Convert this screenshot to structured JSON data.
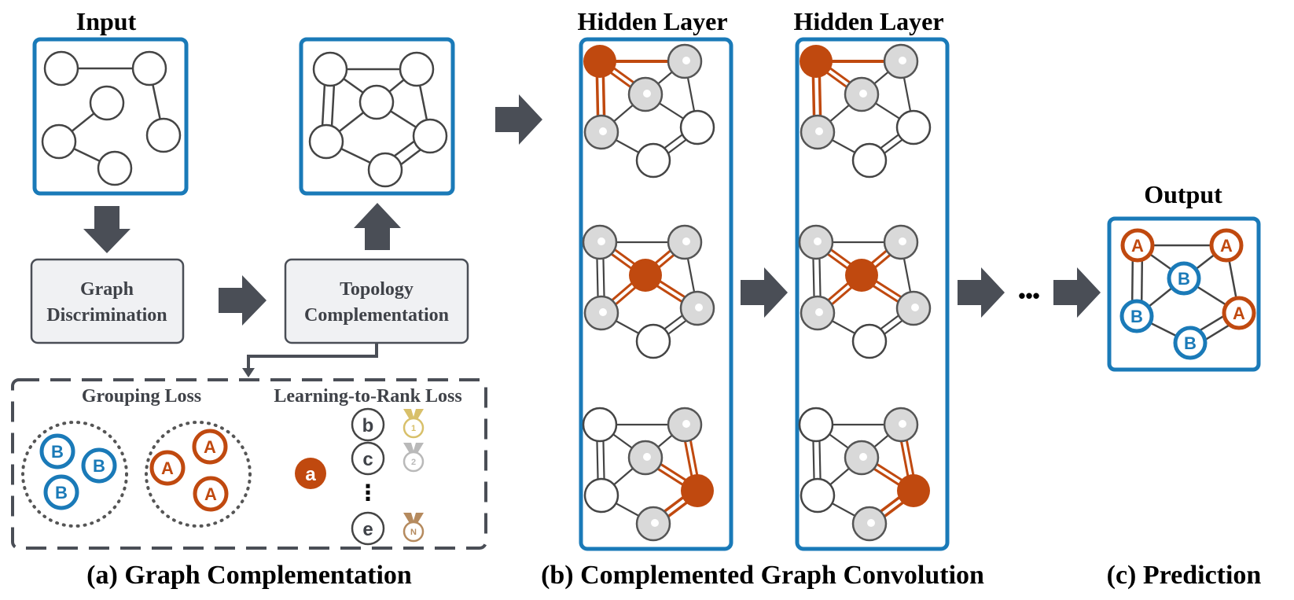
{
  "titles": {
    "input": "Input",
    "hidden1": "Hidden Layer",
    "hidden2": "Hidden Layer",
    "output": "Output"
  },
  "boxes": {
    "graph_discrimination": [
      "Graph",
      "Discrimination"
    ],
    "topology_complementation": [
      "Topology",
      "Complementation"
    ]
  },
  "loss": {
    "grouping": "Grouping Loss",
    "ranking": "Learning-to-Rank Loss",
    "anchor": "a",
    "ranked": [
      "b",
      "c",
      "e"
    ],
    "vdots": "⋮",
    "medals": [
      "1",
      "2",
      "N"
    ]
  },
  "labels": {
    "class_a": "A",
    "class_b": "B"
  },
  "ellipsis": "•••",
  "captions": {
    "a": "(a) Graph Complementation",
    "b": "(b) Complemented Graph Convolution",
    "c": "(c) Prediction"
  },
  "colors": {
    "frame_blue": "#1a7ab8",
    "orange": "#c0490f",
    "arrow": "#4a4e56",
    "edge": "#444444",
    "node_gray": "#d9d9d9",
    "box_fill": "#f0f1f3",
    "gold": "#d8c06a",
    "silver": "#b9b9b9",
    "bronze": "#b58a5e"
  }
}
